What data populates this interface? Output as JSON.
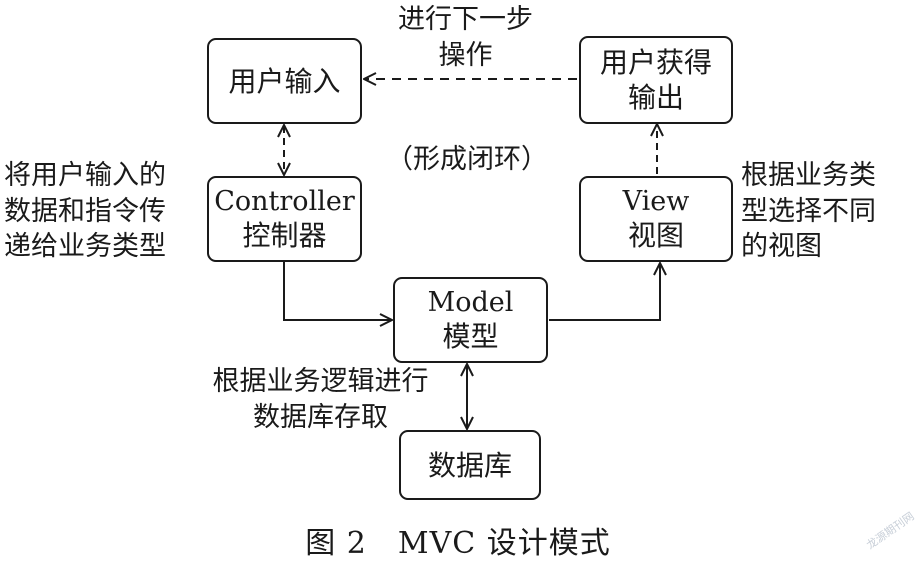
{
  "boxes": {
    "user_input": "用户输入",
    "user_output": [
      "用户获得",
      "输出"
    ],
    "controller": [
      "Controller",
      "控制器"
    ],
    "view": [
      "View",
      "视图"
    ],
    "model": [
      "Model",
      "模型"
    ],
    "database": "数据库"
  },
  "annotations": {
    "next_step": [
      "进行下一步",
      "操作"
    ],
    "closed_loop": "（形成闭环）",
    "controller_note": [
      "将用户输入的",
      "数据和指令传",
      "递给业务类型"
    ],
    "view_note": [
      "根据业务类",
      "型选择不同",
      "的视图"
    ],
    "db_note": [
      "根据业务逻辑进行",
      "数据库存取"
    ]
  },
  "caption": "图 2　MVC 设计模式",
  "watermark": "龙源期刊网"
}
